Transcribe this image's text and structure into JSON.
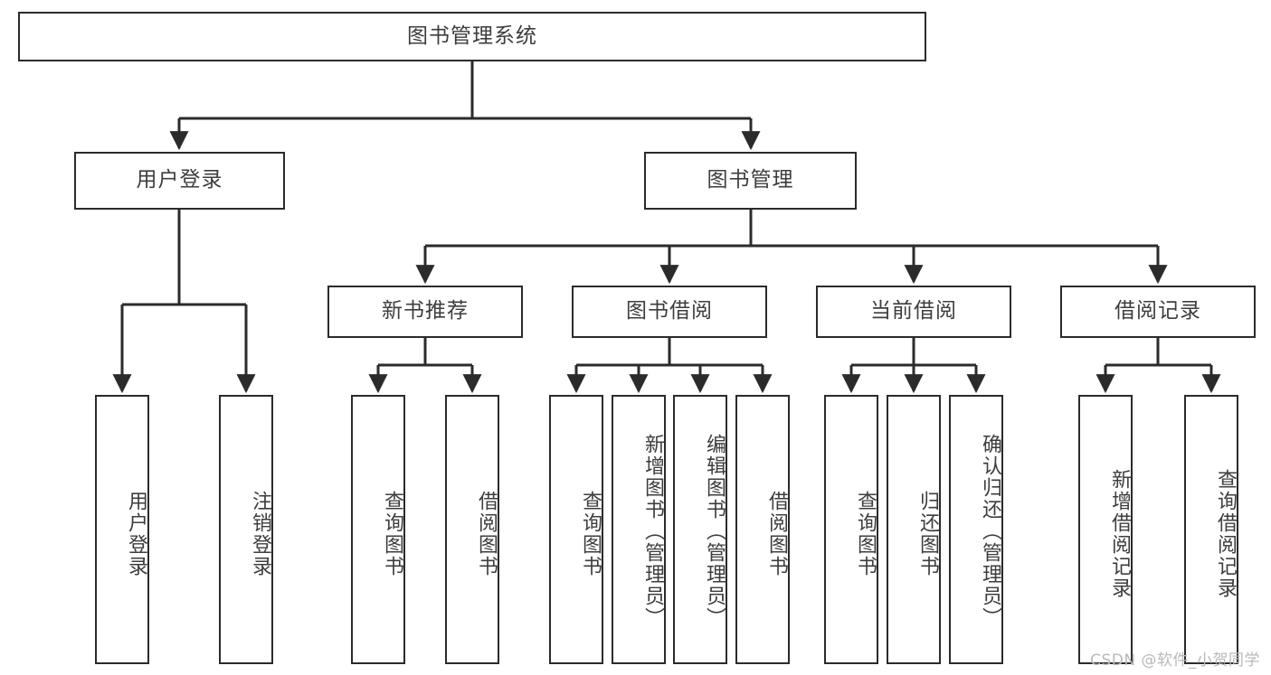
{
  "diagram": {
    "title": "图书管理系统",
    "type": "tree",
    "orientation": "top-down",
    "colors": {
      "box_border": "#2b2b2b",
      "box_fill": "#ffffff",
      "text": "#3d3d3d",
      "connector": "#2b2b2b",
      "watermark": "#b9b9b9",
      "background": "#ffffff"
    },
    "root": {
      "label": "图书管理系统"
    },
    "level2": [
      {
        "label": "用户登录"
      },
      {
        "label": "图书管理"
      }
    ],
    "level3": [
      {
        "label": "新书推荐"
      },
      {
        "label": "图书借阅"
      },
      {
        "label": "当前借阅"
      },
      {
        "label": "借阅记录"
      }
    ],
    "leaves": {
      "user_login": [
        {
          "label": "用户登录"
        },
        {
          "label": "注销登录"
        }
      ],
      "new_book_recommend": [
        {
          "label": "查询图书"
        },
        {
          "label": "借阅图书"
        }
      ],
      "book_borrow": [
        {
          "label": "查询图书"
        },
        {
          "label": "新增图书（管理员）"
        },
        {
          "label": "编辑图书（管理员）"
        },
        {
          "label": "借阅图书"
        }
      ],
      "current_borrow": [
        {
          "label": "查询图书"
        },
        {
          "label": "归还图书"
        },
        {
          "label": "确认归还（管理员）"
        }
      ],
      "borrow_record": [
        {
          "label": "新增借阅记录"
        },
        {
          "label": "查询借阅记录"
        }
      ]
    }
  },
  "watermark": {
    "text": "CSDN @软件_小贺同学"
  }
}
